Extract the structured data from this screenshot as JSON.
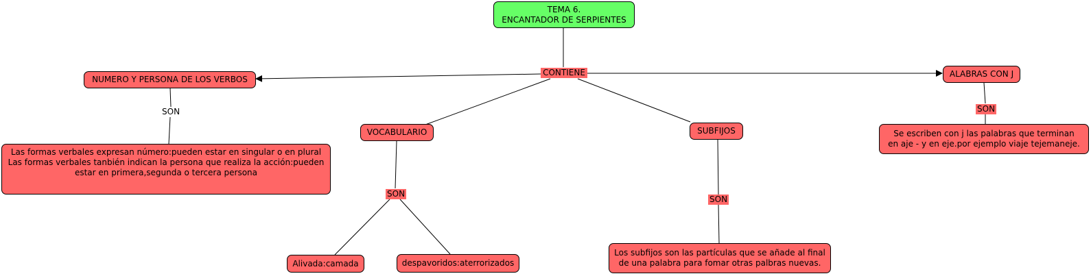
{
  "colors": {
    "root_fill": "#66ff66",
    "node_fill": "#ff6666",
    "label_fill": "#ff6666",
    "stroke": "#000000"
  },
  "nodes": {
    "root": "TEMA 6.\nENCANTADOR DE SERPIENTES",
    "numero": "NUMERO Y PERSONA DE LOS VERBOS",
    "formas": "Las formas verbales expresan número:pueden estar en singular o en plural\nLas formas verbales tanbién indican la persona que realiza la acción:pueden\nestar en primera,segunda o tercera persona",
    "vocabulario": "VOCABULARIO",
    "alivada": "Alivada:camada",
    "despavoridos": "despavoridos:aterrorizados",
    "subfijos": "SUBFIJOS",
    "subfijos_def": "Los subfijos son las partículas que se añade al final\nde una palabra para fomar otras palbras nuevas.",
    "alabras": "ALABRAS CON J",
    "reglas_j": "Se escriben con j las palabras que terminan\nen aje -  y en eje.por ejemplo viaje tejemaneje."
  },
  "link_labels": {
    "contiene": "CONTIENE",
    "son_numero": "SON",
    "son_vocabulario": "SON",
    "son_subfijos": "SON",
    "son_alabras": "SON"
  }
}
